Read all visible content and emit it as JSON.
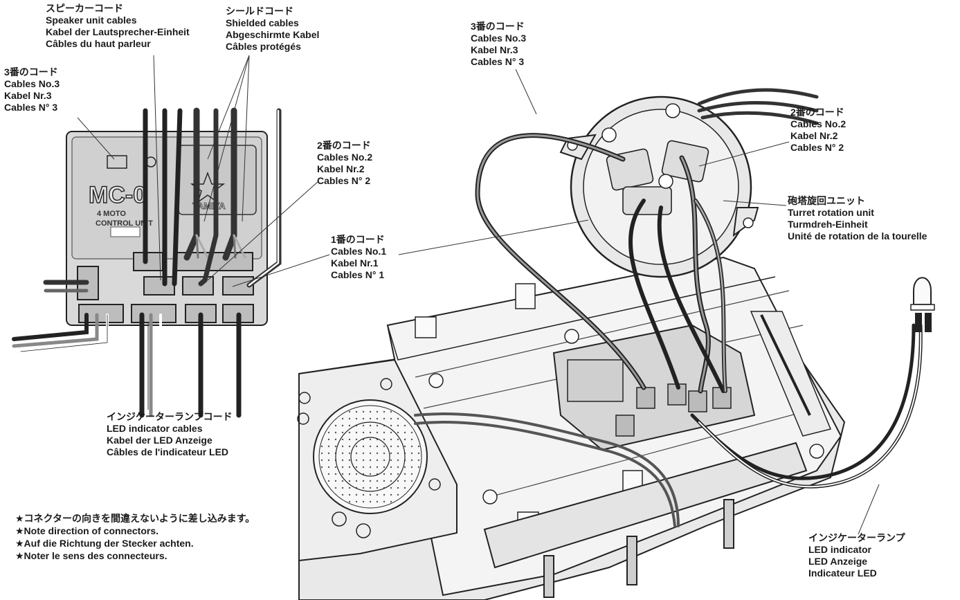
{
  "labels": {
    "speaker": [
      "スピーカーコード",
      "Speaker unit cables",
      "Kabel der Lautsprecher-Einheit",
      "Câbles du haut parleur"
    ],
    "shielded": [
      "シールドコード",
      "Shielded cables",
      "Abgeschirmte Kabel",
      "Câbles protégés"
    ],
    "cable3_left": [
      "3番のコード",
      "Cables No.3",
      "Kabel Nr.3",
      "Cables N° 3"
    ],
    "cable2_left": [
      "2番のコード",
      "Cables No.2",
      "Kabel Nr.2",
      "Cables N° 2"
    ],
    "cable1": [
      "1番のコード",
      "Cables No.1",
      "Kabel Nr.1",
      "Cables N° 1"
    ],
    "led_cables": [
      "インジケーターランプコード",
      "LED indicator cables",
      "Kabel der LED Anzeige",
      "Câbles de l'indicateur LED"
    ],
    "cable3_right": [
      "3番のコード",
      "Cables No.3",
      "Kabel Nr.3",
      "Cables N° 3"
    ],
    "cable2_right": [
      "2番のコード",
      "Cables No.2",
      "Kabel Nr.2",
      "Cables N° 2"
    ],
    "turret": [
      "砲塔旋回ユニット",
      "Turret rotation unit",
      "Turmdreh-Einheit",
      "Unité de rotation de la tourelle"
    ],
    "led_indicator": [
      "インジケーターランプ",
      "LED indicator",
      "LED Anzeige",
      "Indicateur LED"
    ]
  },
  "notes": [
    "★コネクターの向きを間違えないように差し込みます。",
    "★Note direction of connectors.",
    "★Auf die Richtung der Stecker achten.",
    "★Noter le sens des connecteurs."
  ],
  "unit_marking": {
    "model": "MC-0",
    "line1": "4 MOTO",
    "line2": "CONTROL UNIT",
    "brand": "TAMIYA"
  }
}
